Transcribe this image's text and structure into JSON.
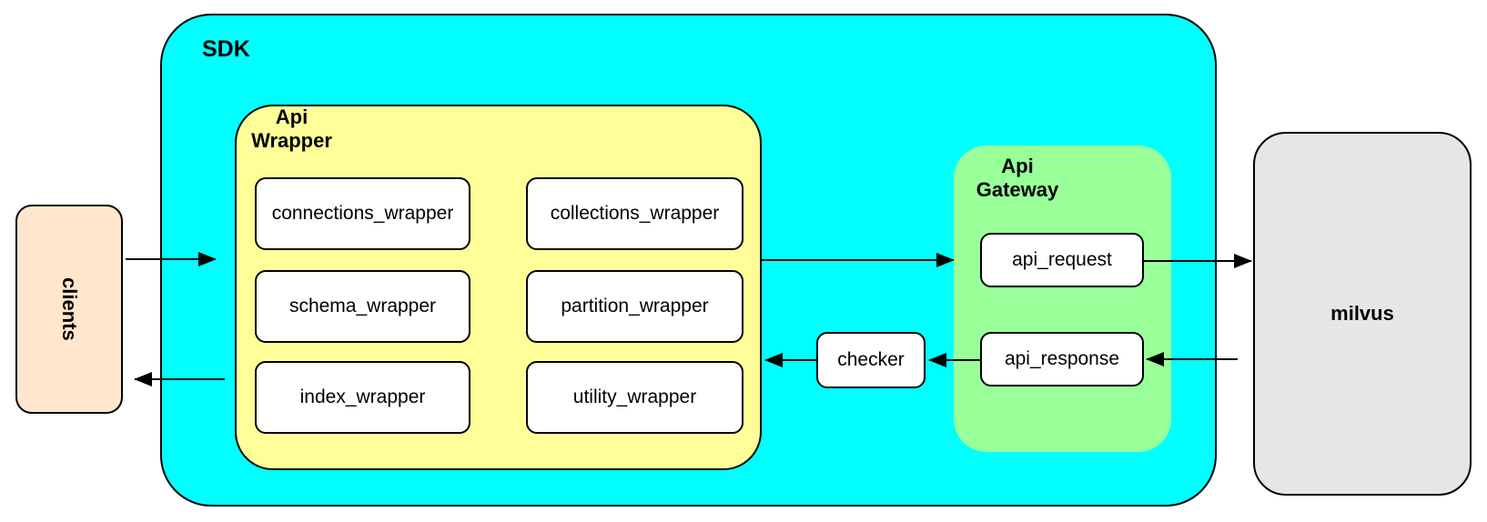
{
  "nodes": {
    "clients": {
      "label": "clients"
    },
    "sdk": {
      "label": "SDK"
    },
    "api_wrapper": {
      "label": "Api\nWrapper",
      "boxes": [
        "connections_wrapper",
        "collections_wrapper",
        "schema_wrapper",
        "partition_wrapper",
        "index_wrapper",
        "utility_wrapper"
      ]
    },
    "checker": {
      "label": "checker"
    },
    "api_gateway": {
      "label": "Api\nGateway",
      "boxes": [
        "api_request",
        "api_response"
      ]
    },
    "milvus": {
      "label": "milvus"
    }
  },
  "colors": {
    "sdk_fill": "#00FFFF",
    "api_wrapper_fill": "#FFFF99",
    "api_gateway_fill": "#99FF99",
    "clients_fill": "#FFE6CC",
    "milvus_fill": "#E6E6E6",
    "leaf_fill": "#FFFFFF",
    "border": "#000000"
  }
}
